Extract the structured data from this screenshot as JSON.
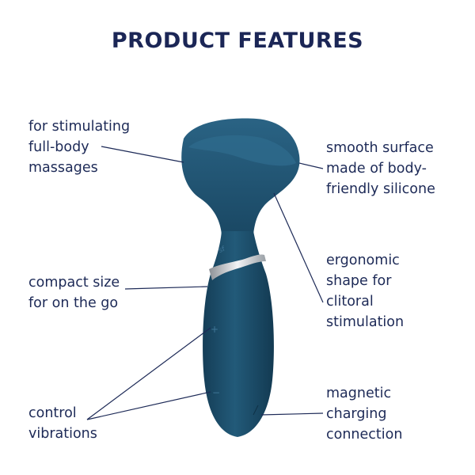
{
  "title": "PRODUCT FEATURES",
  "features": {
    "full_body": [
      "for stimulating",
      "full-body",
      "massages"
    ],
    "compact": [
      "compact size",
      "for on the go"
    ],
    "control": [
      "control",
      "vibrations"
    ],
    "surface": [
      "smooth surface",
      "made of body-",
      "friendly silicone"
    ],
    "ergonomic": [
      "ergonomic",
      "shape for",
      "clitoral",
      "stimulation"
    ],
    "charging": [
      "magnetic",
      "charging",
      "connection"
    ]
  },
  "colors": {
    "product": "#1e4e6b",
    "text": "#1d2a57",
    "accent_band": "#c9ccd1"
  }
}
